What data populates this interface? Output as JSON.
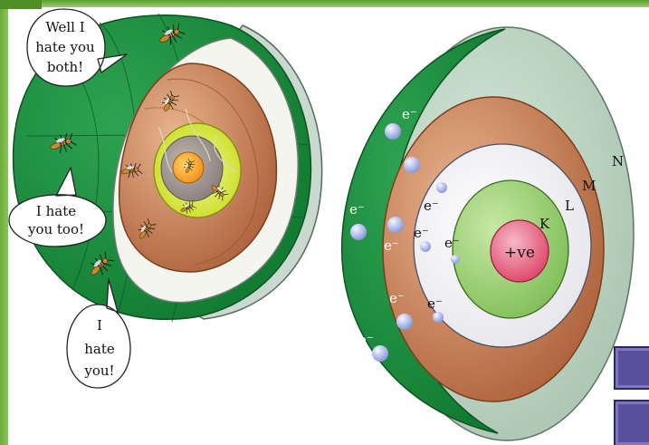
{
  "bubbles": {
    "top": [
      "Well I",
      "hate you",
      "both!"
    ],
    "middle": [
      "I hate",
      "you too!"
    ],
    "bottom": [
      "I",
      "hate",
      "you!"
    ]
  },
  "atom": {
    "shell_labels": {
      "k": "K",
      "l": "L",
      "m": "M",
      "n": "N"
    },
    "nucleus_label": "+ve",
    "electron_label": "e⁻"
  },
  "colors": {
    "outer_shell_green": "#1c8a3c",
    "m_shell_brown": "#b2643c",
    "k_shell_green": "#8cc864",
    "nucleus_pink": "#e65a78",
    "electron_blue": "#aab6ee",
    "frame_green": "#6cab3a",
    "nav_button_purple": "#5a4f9a"
  }
}
